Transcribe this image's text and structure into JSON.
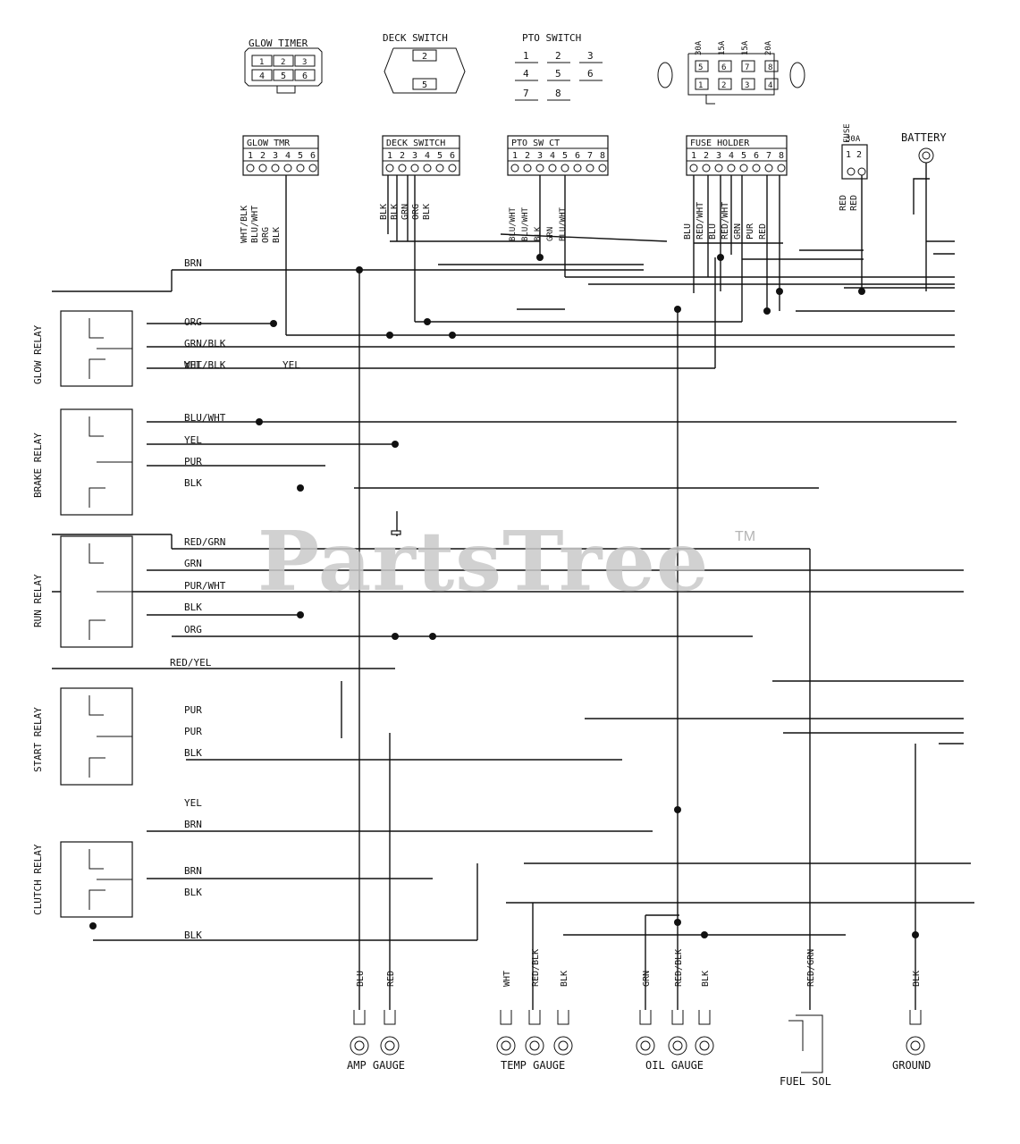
{
  "connectors_top": {
    "glow_timer": "GLOW TIMER",
    "glow_timer_pins_top": [
      "1",
      "2",
      "3"
    ],
    "glow_timer_pins_bottom": [
      "4",
      "5",
      "6"
    ],
    "deck_switch": "DECK SWITCH",
    "deck_switch_pins": [
      "2",
      "5"
    ],
    "pto_switch": "PTO SWITCH",
    "pto_switch_pins": [
      "1",
      "2",
      "3",
      "4",
      "5",
      "6",
      "7",
      "8"
    ],
    "fuse_holder_ratings": [
      "30A",
      "15A",
      "15A",
      "20A"
    ],
    "fuse_holder_pins": [
      "5",
      "6",
      "7",
      "8",
      "1",
      "2",
      "3",
      "4"
    ]
  },
  "terminal_headers": {
    "glow_timer": "GLOW TMR",
    "glow_timer_pins": [
      "1",
      "2",
      "3",
      "4",
      "5",
      "6"
    ],
    "deck_switch": "DECK SWITCH",
    "deck_switch_pins": [
      "1",
      "2",
      "3",
      "4",
      "5",
      "6"
    ],
    "pto_switch": "PTO SW CT",
    "pto_switch_pins": [
      "1",
      "2",
      "3",
      "4",
      "5",
      "6",
      "7",
      "8"
    ],
    "fuse_holder": "FUSE HOLDER",
    "fuse_holder_pins": [
      "1",
      "2",
      "3",
      "4",
      "5",
      "6",
      "7",
      "8"
    ],
    "fuse": "FUSE 30A",
    "fuse_pins": [
      "1",
      "2"
    ],
    "battery": "BATTERY"
  },
  "terminal_wire_labels": {
    "glow_timer": [
      "WHT/BLK",
      "BLU/WHT",
      "ORG",
      "BLK"
    ],
    "deck_switch": [
      "BLK",
      "BLK",
      "GRN",
      "ORG",
      "BLK"
    ],
    "pto_switch": [
      "BLU/WHT",
      "BLU/WHT",
      "BLK",
      "GRN",
      "BLU/WHT"
    ],
    "fuse_holder": [
      "BLU",
      "RED/WHT",
      "BLU",
      "RED/WHT",
      "GRN",
      "PUR",
      "RED"
    ],
    "fuse": [
      "RED",
      "RED"
    ]
  },
  "relays": {
    "glow": {
      "name": "GLOW RELAY",
      "wires": [
        "ORG",
        "GRN/BLK",
        "WHT/BLK",
        "YEL"
      ]
    },
    "brake": {
      "name": "BRAKE RELAY",
      "wires": [
        "BLU/WHT",
        "YEL",
        "PUR",
        "BLK"
      ]
    },
    "run": {
      "name": "RUN RELAY",
      "wires": [
        "RED/GRN",
        "GRN",
        "PUR/WHT",
        "BLK",
        "ORG"
      ]
    },
    "run_extra": "RED/YEL",
    "start": {
      "name": "START RELAY",
      "wires": [
        "PUR",
        "PUR",
        "BLK"
      ]
    },
    "clutch_extra": "YEL",
    "clutch": {
      "name": "CLUTCH RELAY",
      "wires": [
        "BRN",
        "BRN",
        "BLK",
        "BLK"
      ]
    }
  },
  "top_wire_label": "BRN",
  "bottom_components": {
    "amp_gauge": {
      "name": "AMP GAUGE",
      "wires": [
        "BLU",
        "RED"
      ]
    },
    "temp_gauge": {
      "name": "TEMP GAUGE",
      "wires": [
        "WHT",
        "RED/BLK",
        "BLK"
      ]
    },
    "oil_gauge": {
      "name": "OIL GAUGE",
      "wires": [
        "GRN",
        "RED/BLK",
        "BLK"
      ]
    },
    "fuel_sol": {
      "name": "FUEL SOL",
      "wires": [
        "RED/GRN"
      ]
    },
    "ground": {
      "name": "GROUND",
      "wires": [
        "BLK"
      ]
    }
  },
  "watermark": "PartsTree",
  "trademark": "TM"
}
